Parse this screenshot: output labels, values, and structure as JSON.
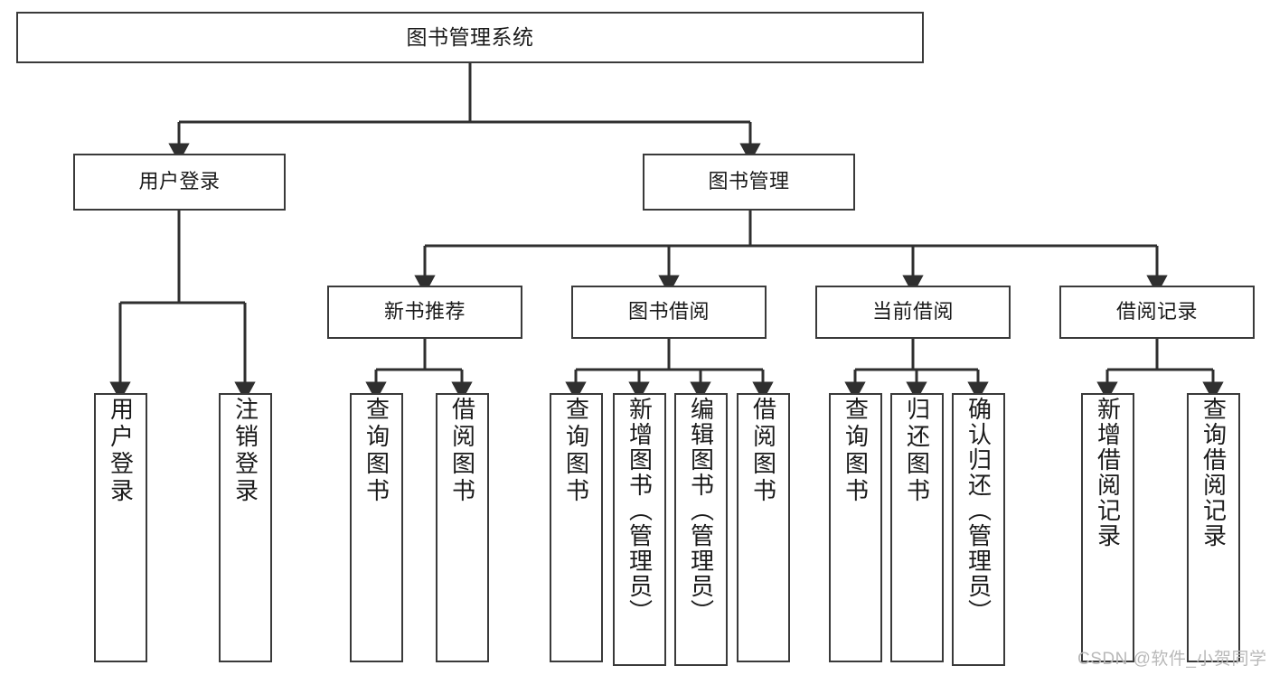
{
  "diagram": {
    "title": "图书管理系统",
    "watermark": "CSDN @软件_小贺同学",
    "colors": {
      "box_border": "#3a3a3a",
      "connector": "#2f2f2f",
      "background": "#ffffff",
      "text": "#1a1a1a",
      "watermark": "#b9b9b9"
    },
    "root": {
      "label": "图书管理系统"
    },
    "level2": [
      {
        "label": "用户登录"
      },
      {
        "label": "图书管理"
      }
    ],
    "level3": [
      {
        "label": "新书推荐"
      },
      {
        "label": "图书借阅"
      },
      {
        "label": "当前借阅"
      },
      {
        "label": "借阅记录"
      }
    ],
    "leaves": {
      "user_login": [
        {
          "label": "用户登录"
        },
        {
          "label": "注销登录"
        }
      ],
      "new_book_recommend": [
        {
          "label": "查询图书"
        },
        {
          "label": "借阅图书"
        }
      ],
      "book_borrow": [
        {
          "label": "查询图书"
        },
        {
          "label": "新增图书（管理员）"
        },
        {
          "label": "编辑图书（管理员）"
        },
        {
          "label": "借阅图书"
        }
      ],
      "current_borrow": [
        {
          "label": "查询图书"
        },
        {
          "label": "归还图书"
        },
        {
          "label": "确认归还（管理员）"
        }
      ],
      "borrow_record": [
        {
          "label": "新增借阅记录"
        },
        {
          "label": "查询借阅记录"
        }
      ]
    }
  }
}
